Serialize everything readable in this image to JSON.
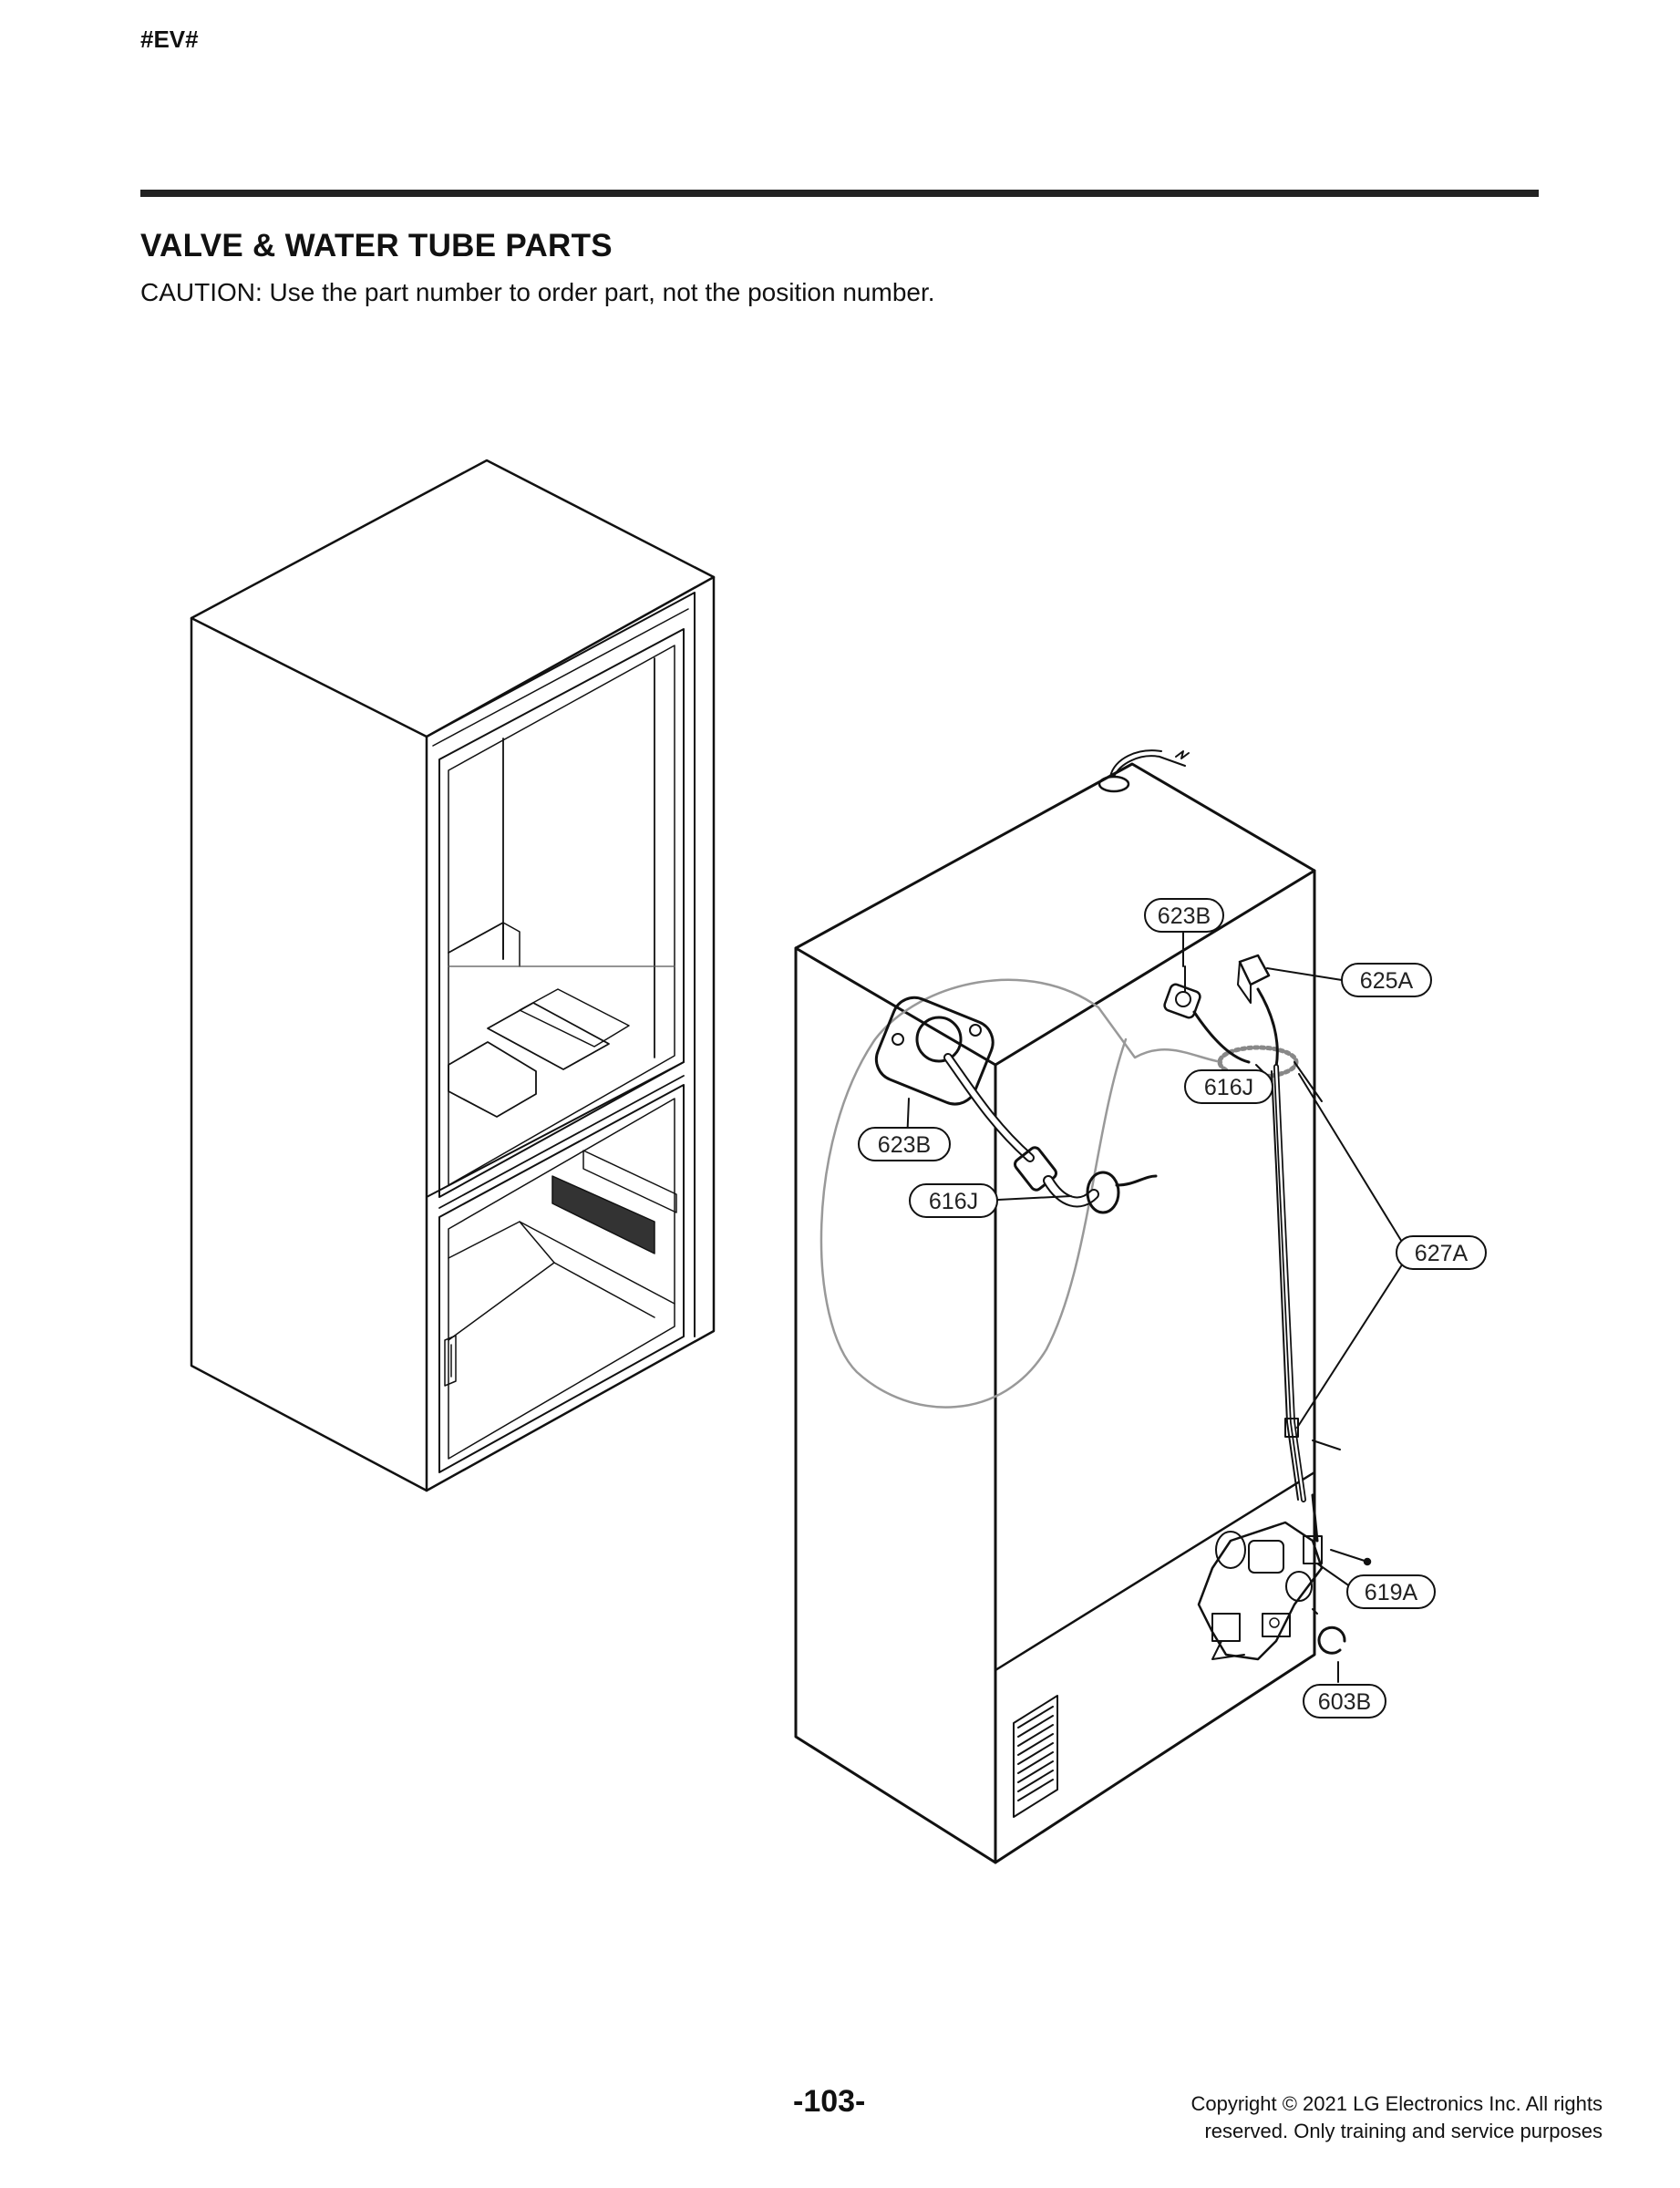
{
  "header": {
    "code": "#EV#",
    "title": "VALVE & WATER TUBE PARTS",
    "caution": "CAUTION: Use the part number to order part, not the position number."
  },
  "callouts": {
    "c623B_main": "623B",
    "c625A": "625A",
    "c616J_main": "616J",
    "c627A": "627A",
    "c619A": "619A",
    "c603B": "603B",
    "c623B_detail": "623B",
    "c616J_detail": "616J"
  },
  "footer": {
    "page_number": "-103-",
    "copyright_line1": "Copyright © 2021 LG Electronics Inc. All rights",
    "copyright_line2": "reserved. Only training and service purposes"
  }
}
